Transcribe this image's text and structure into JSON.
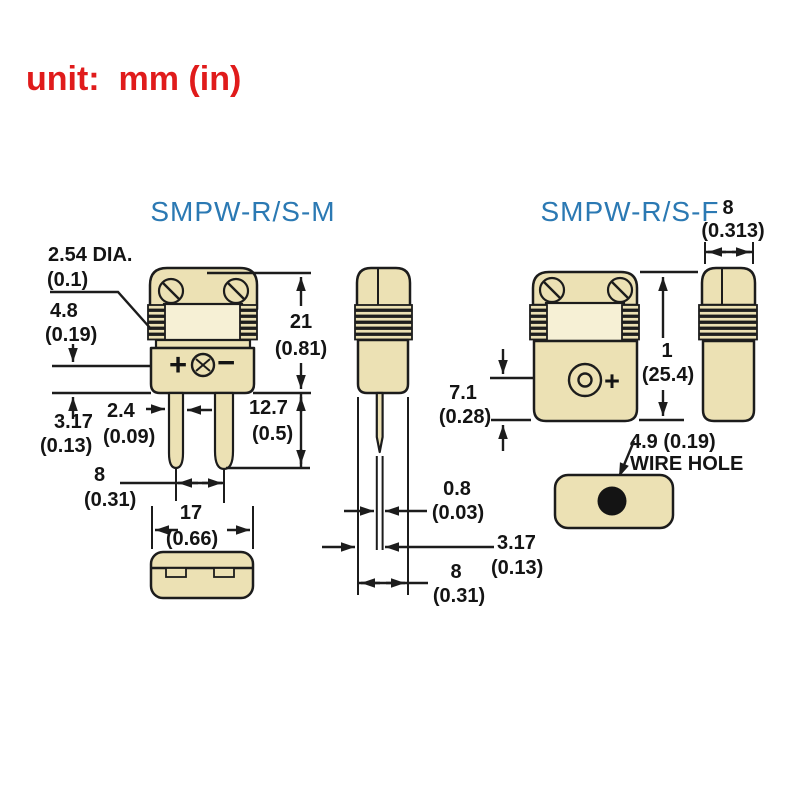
{
  "unit_label": "unit:  mm (in)",
  "colors": {
    "body_fill": "#ece1b4",
    "recess_fill": "#f6f0d5",
    "outline": "#1c1c1c",
    "title_blue": "#2b79b3",
    "unit_red": "#e01b1b",
    "background": "#ffffff"
  },
  "views": {
    "male": {
      "title": "SMPW-R/S-M",
      "front": {
        "pin_dia": {
          "mm": "2.54 DIA.",
          "in": "(0.1)"
        },
        "d48": {
          "mm": "4.8",
          "in": "(0.19)"
        },
        "d317": {
          "mm": "3.17",
          "in": "(0.13)"
        },
        "d24": {
          "mm": "2.4",
          "in": "(0.09)"
        },
        "d127": {
          "mm": "12.7",
          "in": "(0.5)"
        },
        "d21": {
          "mm": "21",
          "in": "(0.81)"
        },
        "d8": {
          "mm": "8",
          "in": "(0.31)"
        },
        "d17": {
          "mm": "17",
          "in": "(0.66)"
        },
        "polarity": {
          "plus": "+",
          "minus": "−"
        }
      },
      "side": {
        "d08": {
          "mm": "0.8",
          "in": "(0.03)"
        },
        "d317": {
          "mm": "3.17",
          "in": "(0.13)"
        },
        "d8": {
          "mm": "8",
          "in": "(0.31)"
        }
      }
    },
    "female": {
      "title": "SMPW-R/S-F",
      "front": {
        "d71": {
          "mm": "7.1",
          "in": "(0.28)"
        },
        "d1": {
          "mm": "1",
          "in": "(25.4)"
        },
        "plus": "+"
      },
      "side": {
        "d8": {
          "mm": "8",
          "in": "(0.313)"
        }
      },
      "bottom": {
        "hole_dim": "4.9 (0.19)",
        "hole_label": "WIRE HOLE"
      }
    }
  }
}
